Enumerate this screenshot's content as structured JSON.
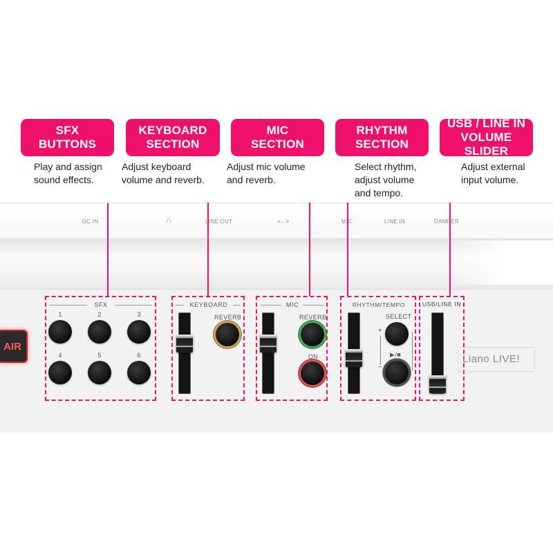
{
  "callouts": [
    {
      "title": "SFX\nBUTTONS",
      "desc": "Play and assign\nsound effects."
    },
    {
      "title": "KEYBOARD\nSECTION",
      "desc": "Adjust keyboard\nvolume and reverb."
    },
    {
      "title": "MIC\nSECTION",
      "desc": "Adjust mic volume\nand reverb."
    },
    {
      "title": "RHYTHM\nSECTION",
      "desc": "Select rhythm,\nadjust volume\nand tempo."
    },
    {
      "title": "USB / LINE IN\nVOLUME SLIDER",
      "desc": "Adjust external\ninput volume."
    }
  ],
  "ports": {
    "dc_in": "DC IN",
    "headphone": "∩",
    "line_out": "LINE OUT",
    "usb": "•←≡",
    "mic": "MIC",
    "line_in": "LINE IN",
    "damper": "DAMPER"
  },
  "air_button": "AIR",
  "panel": {
    "sfx_title": "SFX",
    "sfx_pads": [
      "1",
      "2",
      "3",
      "4",
      "5",
      "6"
    ],
    "keyboard_title": "KEYBOARD",
    "keyboard_reverb": "REVERB",
    "mic_title": "MIC",
    "mic_reverb": "REVERB",
    "mic_on": "ON",
    "rhythm_title": "RHYTHM/TEMPO",
    "rhythm_select": "SELECT",
    "rhythm_play_stop": "▶/■",
    "tempo_plus": "+",
    "tempo_minus": "−",
    "usb_title": "USB/LINE IN",
    "brand": "Liano LIVE!"
  },
  "colors": {
    "accent": "#ee1169",
    "reverb_keyboard_ring": "#c9a25e",
    "reverb_mic_ring": "#3fae5a",
    "mic_on_ring": "#d9534f",
    "air_light": "#ff5a5a"
  }
}
